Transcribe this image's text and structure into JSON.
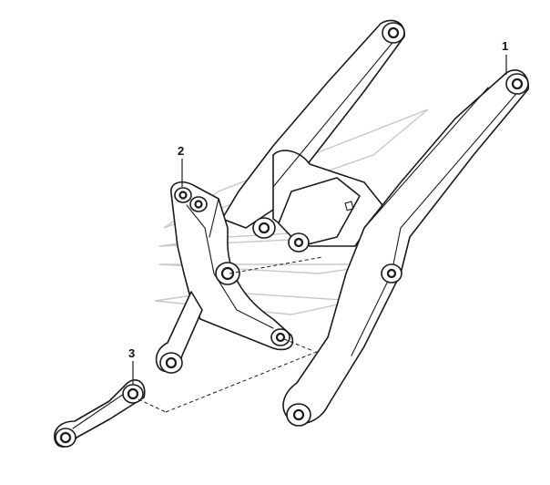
{
  "callouts": [
    {
      "label": "1"
    },
    {
      "label": "2"
    },
    {
      "label": "3"
    }
  ],
  "colors": {
    "line": "#1a1a1a",
    "watermark": "#c8c8c8",
    "background": "#ffffff"
  }
}
